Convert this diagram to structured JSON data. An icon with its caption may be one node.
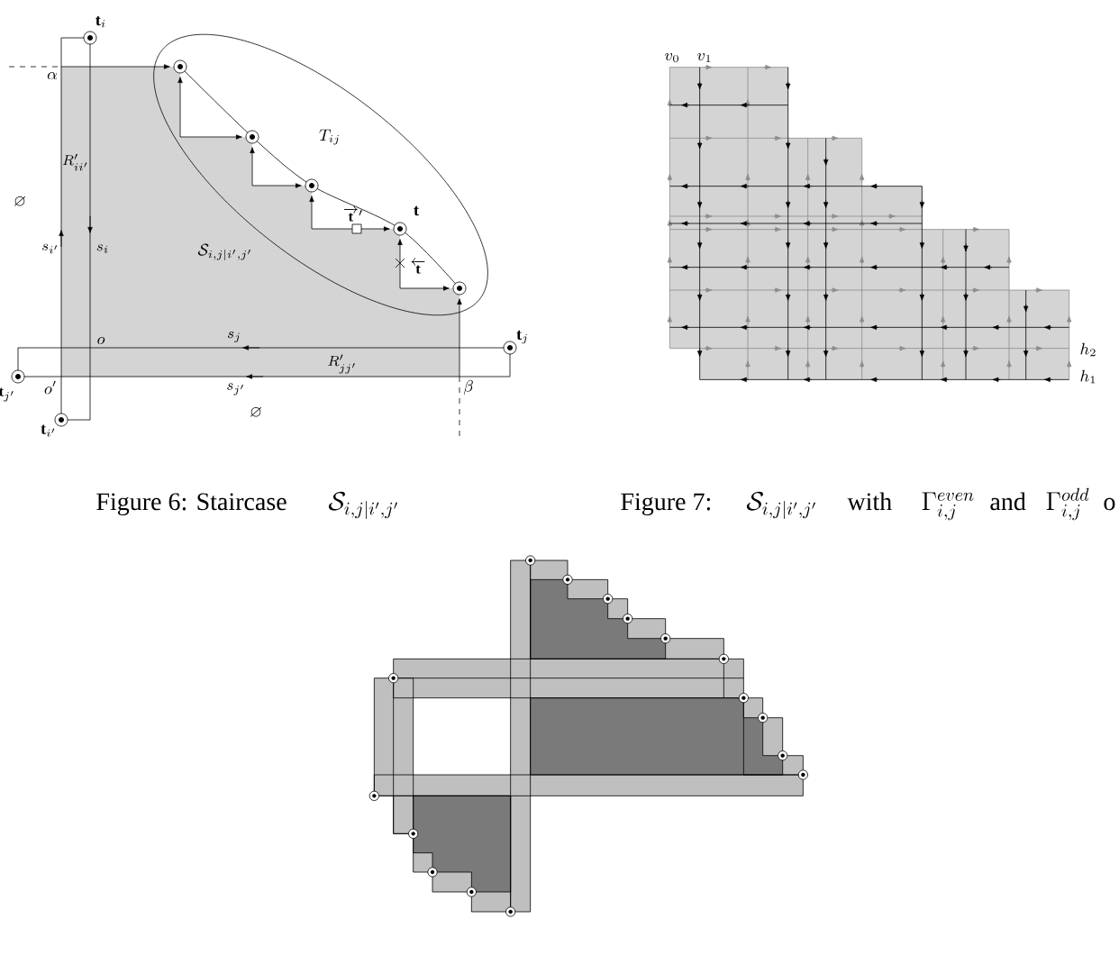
{
  "diagram": {
    "nodes": [
      {
        "text": [
          "\\mathcal{S}_{i,j|i',j'}"
        ]
      },
      {
        "text": [
          "T_{ij}"
        ]
      },
      {
        "text": [
          "R'_{ii'}"
        ]
      },
      {
        "text": [
          "R'_{jj'}"
        ]
      }
    ],
    "labels": [
      "\\mathbf{t}_i",
      "\\alpha",
      "\\varnothing",
      "s_{i'}",
      "s_i",
      "\\overrightarrow{\\mathbf{t}}'",
      "\\mathbf{t}",
      "\\overleftarrow{\\mathbf{t}}",
      "o",
      "s_j",
      "\\mathbf{t}_j",
      "\\mathbf{t}_{j'}",
      "o'",
      "s_{j'}",
      "\\beta",
      "\\varnothing",
      "\\mathbf{t}_{i'}",
      "v_0",
      "v_1",
      "h_2",
      "h_1",
      "Figure 6: Staircase",
      "\\mathcal{S}_{i,j|i',j'}",
      "Figure 7:",
      "\\mathcal{S}_{i,j|i',j'}",
      "with",
      "\\Gamma^{even}_{i,j}",
      "and",
      "\\Gamma^{odd}_{i,j}",
      "o"
    ]
  }
}
